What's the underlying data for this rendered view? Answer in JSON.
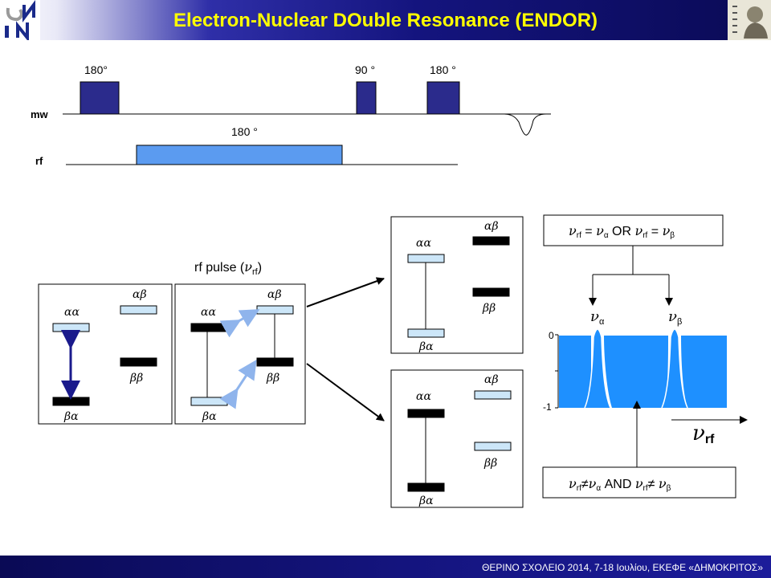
{
  "header": {
    "title": "Electron-Nuclear DOuble Resonance (ENDOR)"
  },
  "footer": {
    "text": "ΘΕΡΙΝΟ ΣΧΟΛΕΙΟ 2014, 7-18 Ιουλίου, ΕΚΕΦΕ «ΔΗΜΟΚΡΙΤΟΣ»"
  },
  "pulse_sequence": {
    "mw_label": "mw",
    "rf_label": "rf",
    "mw_pulse1": "180°",
    "mw_pulse2": "90 °",
    "mw_pulse3": "180 °",
    "rf_pulse": "180 °"
  },
  "rf_pulse_label": {
    "text": "rf pulse (",
    "nu": "ν",
    "sub": "rf",
    "close": ")"
  },
  "levels": {
    "aa": "αα",
    "ab": "αβ",
    "ba": "βα",
    "bb": "ββ"
  },
  "condition_top": {
    "nu": "ν",
    "rf": "rf",
    "eq": " = ",
    "alpha": "α",
    "or": "  OR  ",
    "beta": "β"
  },
  "condition_bottom": {
    "nu": "ν",
    "rf": "rf",
    "neq": "≠",
    "alpha": "α",
    "and": "  AND  ",
    "beta": "β"
  },
  "spectrum": {
    "nu_alpha_nu": "ν",
    "nu_alpha_sub": "α",
    "nu_beta_nu": "ν",
    "nu_beta_sub": "β",
    "tick_0": "0",
    "tick_neg1": "-1",
    "xaxis_nu": "ν",
    "xaxis_sub": "rf",
    "fill_color": "#1e90ff"
  },
  "colors": {
    "light_level": "#cce6f8",
    "dark_level": "#000000",
    "mw_pulse": "#2b2b8c",
    "rf_pulse": "#5b9bf0",
    "arrow_dark": "#1a1a8c",
    "arrow_light": "#8fb4ec"
  }
}
